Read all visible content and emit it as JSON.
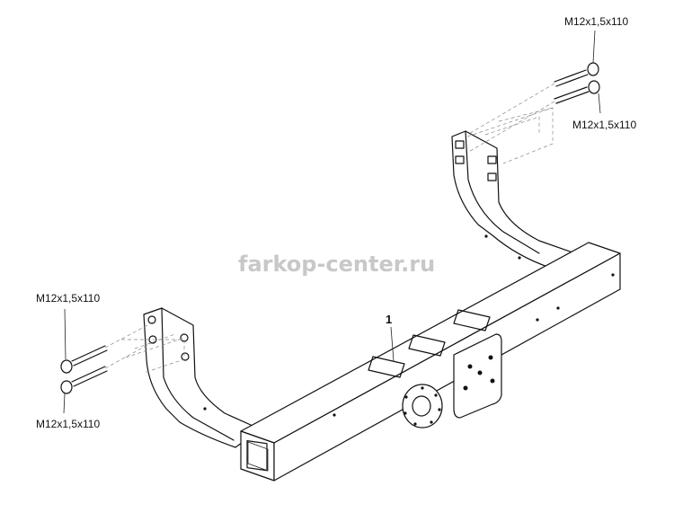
{
  "watermark": "farkop-center.ru",
  "part_number": "1",
  "bolt_labels": {
    "right_top": "M12x1,5x110",
    "right_bottom": "M12x1,5x110",
    "left_top": "M12x1,5x110",
    "left_bottom": "M12x1,5x110"
  },
  "colors": {
    "line": "#111111",
    "background": "#ffffff",
    "watermark": "#c8c8c8"
  }
}
